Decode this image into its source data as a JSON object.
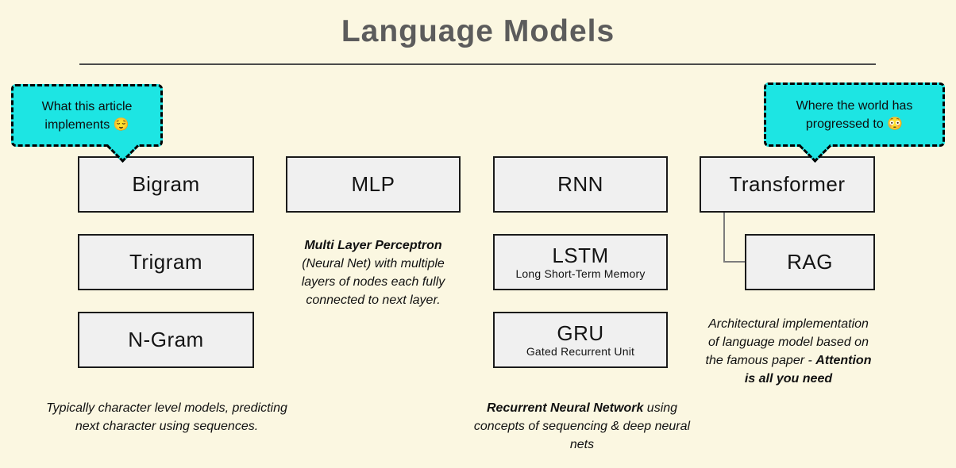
{
  "title": {
    "text": "Language Models"
  },
  "callouts": {
    "left": {
      "text": "What this article implements",
      "emoji": "😌"
    },
    "right": {
      "text": "Where the world has progressed to",
      "emoji": "😳"
    }
  },
  "nodes": {
    "bigram": {
      "label": "Bigram"
    },
    "trigram": {
      "label": "Trigram"
    },
    "ngram": {
      "label": "N-Gram"
    },
    "mlp": {
      "label": "MLP"
    },
    "rnn": {
      "label": "RNN"
    },
    "lstm": {
      "label": "LSTM",
      "sublabel": "Long Short-Term Memory"
    },
    "gru": {
      "label": "GRU",
      "sublabel": "Gated Recurrent Unit"
    },
    "transformer": {
      "label": "Transformer"
    },
    "rag": {
      "label": "RAG"
    }
  },
  "notes": {
    "ngram": "Typically character level models, predicting next character using sequences.",
    "mlp_bold": "Multi Layer Perceptron",
    "mlp_rest": " (Neural Net) with multiple layers of nodes each fully connected to next layer.",
    "rnn_bold": "Recurrent Neural Network",
    "rnn_rest": " using concepts of sequencing & deep neural nets",
    "transformer_pre": "Architectural implementation of language model based on the famous paper - ",
    "transformer_bold": "Attention is all you need"
  },
  "colors": {
    "background": "#FBF7E1",
    "callout_fill": "#1DE5E3",
    "node_fill": "#F0F0F0",
    "node_border": "#1A1A1A",
    "title_text": "#5C5C5C",
    "connector": "#7D7D7D"
  }
}
